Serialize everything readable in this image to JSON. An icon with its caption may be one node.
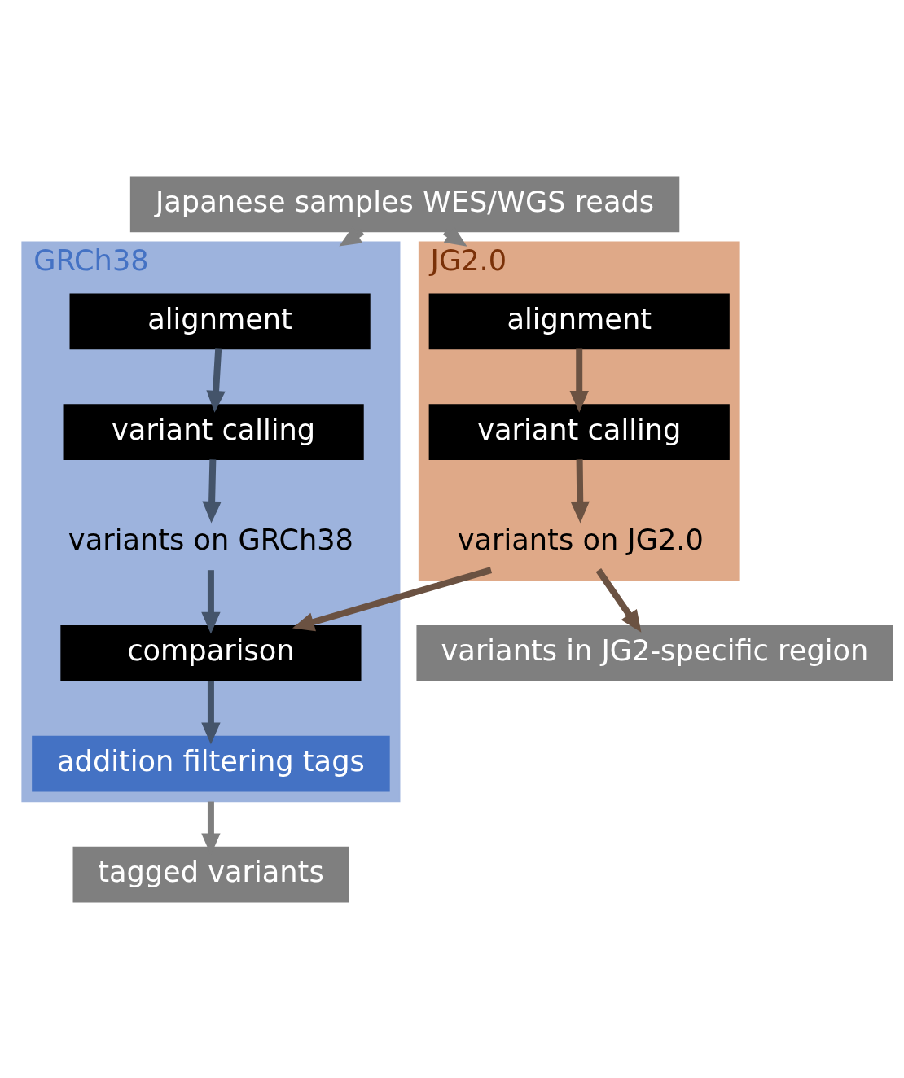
{
  "diagram": {
    "nodes": [
      {
        "text": [
          "Japanese samples WES/WGS reads"
        ]
      },
      {
        "text": [
          "GRCh38"
        ]
      },
      {
        "text": [
          "alignment"
        ],
        "in": 1
      },
      {
        "text": [
          "variant calling"
        ],
        "in": 1
      },
      {
        "text": [
          "variants on GRCh38"
        ],
        "in": 1
      },
      {
        "text": [
          "comparison"
        ],
        "in": 1
      },
      {
        "text": [
          "addition filtering tags"
        ],
        "in": 1
      },
      {
        "text": [
          "JG2.0"
        ]
      },
      {
        "text": [
          "alignment"
        ],
        "in": 7
      },
      {
        "text": [
          "variant calling"
        ],
        "in": 7
      },
      {
        "text": [
          "variants on JG2.0"
        ],
        "in": 7
      },
      {
        "text": [
          "variants in JG2-specific region"
        ]
      },
      {
        "text": [
          "tagged variants"
        ]
      }
    ],
    "edges": [
      {
        "from": 0,
        "to": 1,
        "arrow": "to",
        "color": "#7f7f7f"
      },
      {
        "from": 0,
        "to": 7,
        "arrow": "to",
        "color": "#7f7f7f"
      },
      {
        "from": 2,
        "to": 3,
        "arrow": "to"
      },
      {
        "from": 3,
        "to": 4,
        "arrow": "to"
      },
      {
        "from": 4,
        "to": 5,
        "arrow": "to"
      },
      {
        "from": 5,
        "to": 6,
        "arrow": "to"
      },
      {
        "from": 8,
        "to": 9,
        "arrow": "to",
        "color": "#6b5242"
      },
      {
        "from": 9,
        "to": 10,
        "arrow": "to",
        "color": "#6b5242"
      },
      {
        "from": 10,
        "to": 5,
        "arrow": "to",
        "color": "#6b5242"
      },
      {
        "from": 10,
        "to": 11,
        "arrow": "to",
        "color": "#6b5242"
      },
      {
        "from": 1,
        "to": 12,
        "arrow": "to",
        "color": "#7f7f7f"
      }
    ]
  }
}
